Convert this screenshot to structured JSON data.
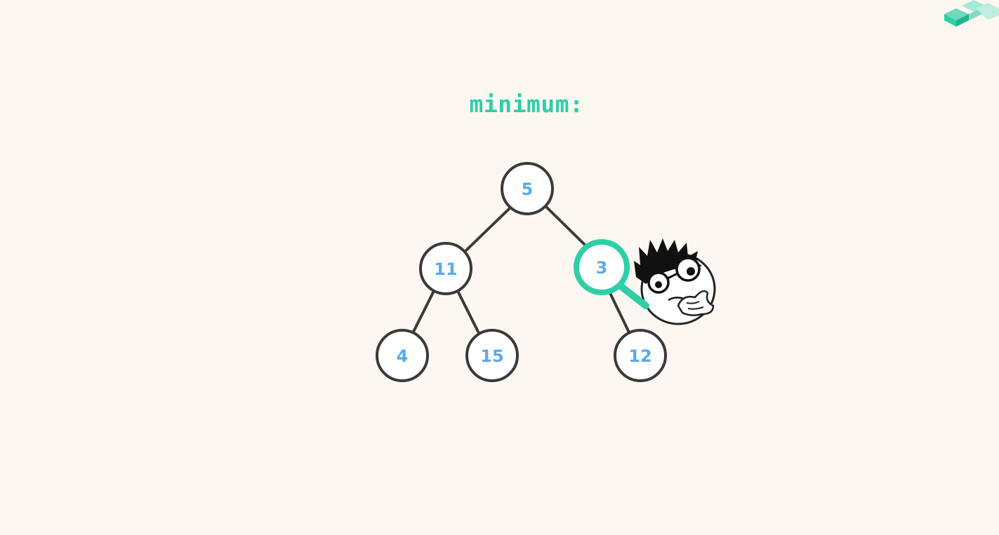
{
  "header": {
    "title": "minimum:"
  },
  "tree": {
    "nodes": [
      {
        "id": "n5",
        "value": "5"
      },
      {
        "id": "n11",
        "value": "11"
      },
      {
        "id": "n3",
        "value": "3",
        "highlighted": true
      },
      {
        "id": "n4",
        "value": "4"
      },
      {
        "id": "n15",
        "value": "15"
      },
      {
        "id": "n12",
        "value": "12"
      }
    ],
    "edges": [
      [
        "n5",
        "n11"
      ],
      [
        "n5",
        "n3"
      ],
      [
        "n11",
        "n4"
      ],
      [
        "n11",
        "n15"
      ],
      [
        "n3",
        "n12"
      ]
    ]
  },
  "decorations": {
    "magnifier_icon": "magnifying-glass-icon",
    "character_icon": "thinking-face-icon",
    "logo_icon": "stacked-blocks-logo-icon"
  },
  "colors": {
    "background": "#fdf7f1",
    "accent": "#2ecfa7",
    "node_text": "#5aaaf0",
    "node_stroke": "#3a3a3a",
    "node_fill": "#ffffff"
  }
}
